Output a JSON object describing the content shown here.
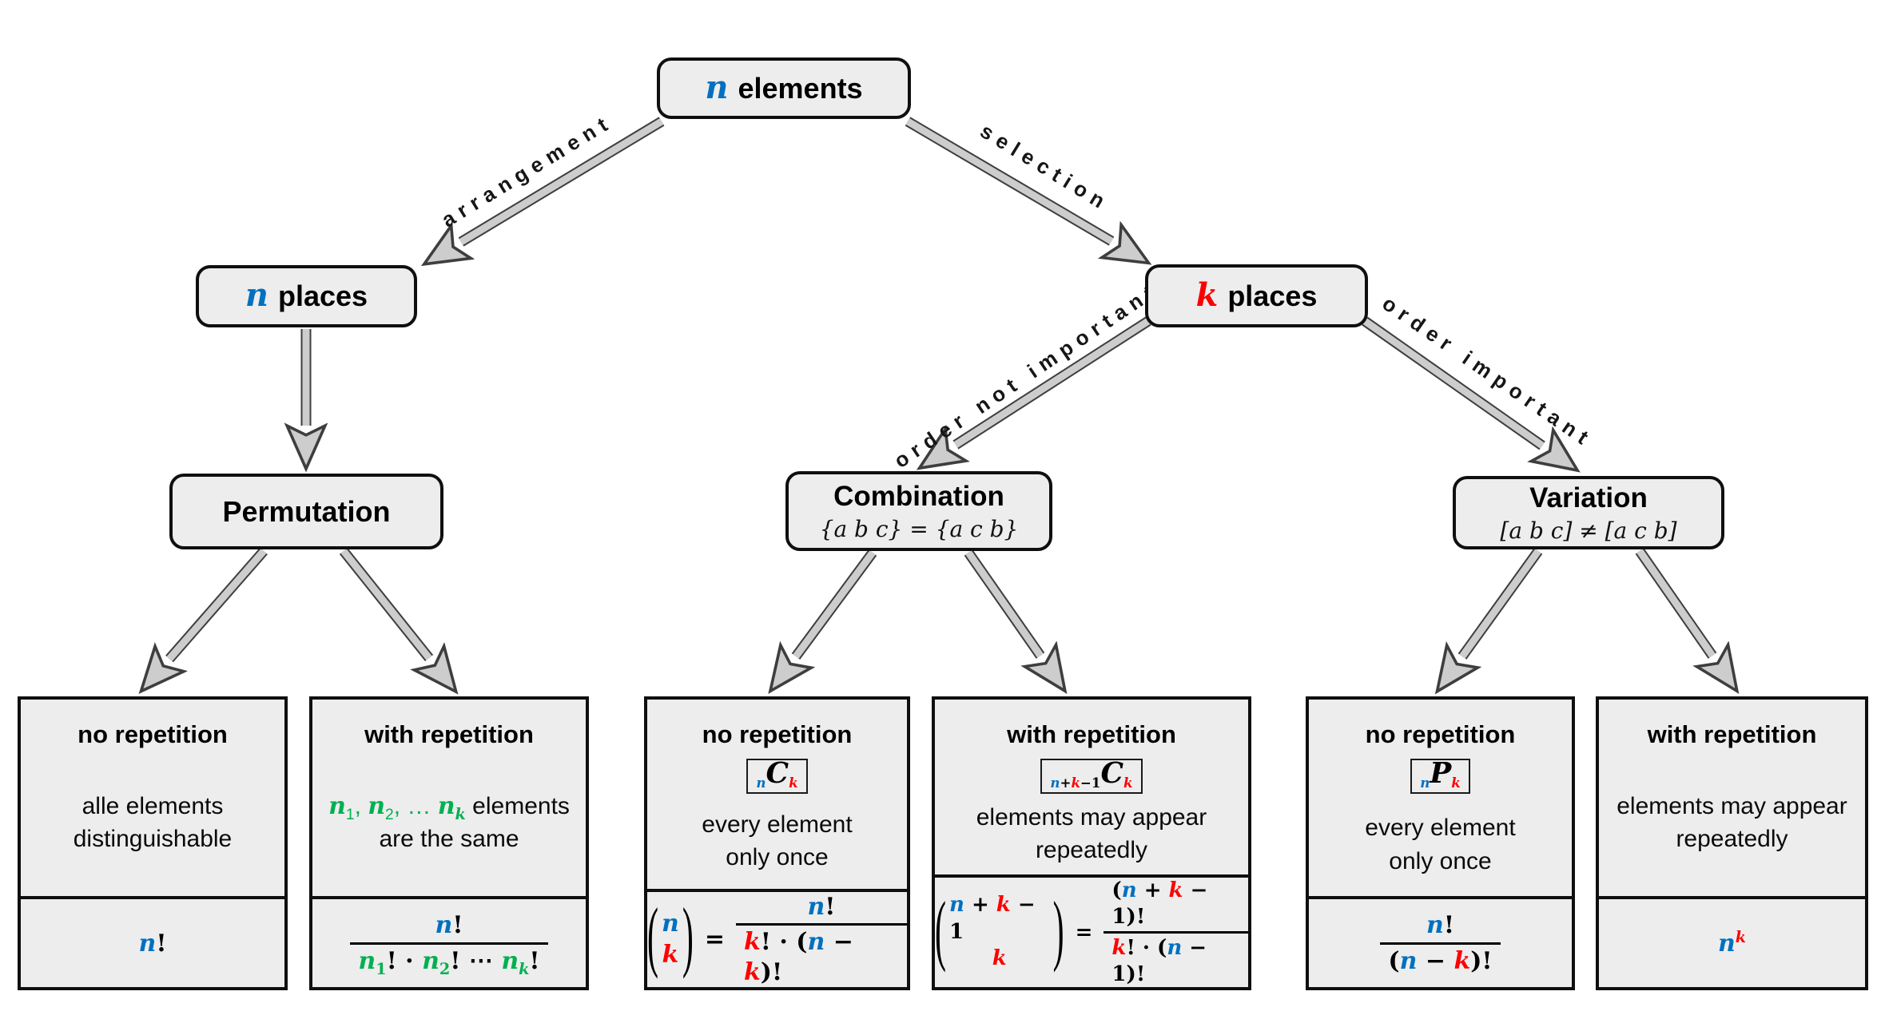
{
  "palette": {
    "blue": "#0070C0",
    "red": "#FF0000",
    "green": "#00B050",
    "box_fill": "#EDEDED",
    "box_border": "#0f0f0f",
    "arrow_fill": "#cdcdcd",
    "arrow_outline": "#3e3e3e"
  },
  "nodes": {
    "elements": {
      "var": "n",
      "rest": "elements"
    },
    "n_places": {
      "var": "n",
      "rest": "places"
    },
    "k_places": {
      "var": "k",
      "rest": "places"
    },
    "permutation": {
      "title": "Permutation"
    },
    "combination": {
      "title": "Combination",
      "subtitle": "{a b c} = {a c b}"
    },
    "variation": {
      "title": "Variation",
      "subtitle": "[a b c] ≠ [a c b]"
    }
  },
  "edge_labels": {
    "arrangement": "arrangement",
    "selection": "selection",
    "order_not_important": "order not important",
    "order_important": "order important"
  },
  "leaves": {
    "perm_no_rep": {
      "header": "no repetition",
      "desc": [
        [
          {
            "t": "alle elements"
          }
        ],
        [
          {
            "t": "distinguishable"
          }
        ]
      ],
      "formula_inline": [
        {
          "t": "n",
          "c": "blue",
          "m": 1
        },
        {
          "t": "!"
        }
      ]
    },
    "perm_with_rep": {
      "header": "with repetition",
      "desc": [
        [
          {
            "t": "n",
            "c": "green",
            "m": 1
          },
          {
            "t": "1",
            "c": "green",
            "p": "sub"
          },
          {
            "t": ", ",
            "c": "green"
          },
          {
            "t": "n",
            "c": "green",
            "m": 1
          },
          {
            "t": "2",
            "c": "green",
            "p": "sub"
          },
          {
            "t": ", … ",
            "c": "green"
          },
          {
            "t": "n",
            "c": "green",
            "m": 1
          },
          {
            "t": "k",
            "c": "green",
            "m": 1,
            "p": "sub"
          },
          {
            "t": " elements"
          }
        ],
        [
          {
            "t": "are the same"
          }
        ]
      ],
      "frac": {
        "num": [
          {
            "t": "n",
            "c": "blue",
            "m": 1
          },
          {
            "t": "!"
          }
        ],
        "den": [
          {
            "t": "n",
            "c": "green",
            "m": 1
          },
          {
            "t": "1",
            "c": "green",
            "p": "sub"
          },
          {
            "t": "! · "
          },
          {
            "t": "n",
            "c": "green",
            "m": 1
          },
          {
            "t": "2",
            "c": "green",
            "p": "sub"
          },
          {
            "t": "! ⋯ "
          },
          {
            "t": "n",
            "c": "green",
            "m": 1
          },
          {
            "t": "k",
            "c": "green",
            "m": 1,
            "p": "sub"
          },
          {
            "t": "!"
          }
        ]
      }
    },
    "comb_no_rep": {
      "header": "no repetition",
      "symbol": [
        {
          "t": "n",
          "c": "blue",
          "m": 1,
          "p": "sub"
        },
        {
          "t": "C",
          "m": 1,
          "big": 1
        },
        {
          "t": "k",
          "c": "red",
          "m": 1,
          "p": "sub"
        }
      ],
      "desc": [
        [
          {
            "t": "every element"
          }
        ],
        [
          {
            "t": "only once"
          }
        ]
      ],
      "eq": "=",
      "binom": {
        "top": [
          {
            "t": "n",
            "c": "blue",
            "m": 1
          }
        ],
        "bottom": [
          {
            "t": "k",
            "c": "red",
            "m": 1
          }
        ]
      },
      "frac": {
        "num": [
          {
            "t": "n",
            "c": "blue",
            "m": 1
          },
          {
            "t": "!"
          }
        ],
        "den": [
          {
            "t": "k",
            "c": "red",
            "m": 1
          },
          {
            "t": "! · ("
          },
          {
            "t": "n",
            "c": "blue",
            "m": 1
          },
          {
            "t": " − "
          },
          {
            "t": "k",
            "c": "red",
            "m": 1
          },
          {
            "t": ")!"
          }
        ]
      }
    },
    "comb_with_rep": {
      "header": "with repetition",
      "symbol": [
        {
          "t": "n",
          "c": "blue",
          "m": 1,
          "p": "sub"
        },
        {
          "t": "+",
          "p": "sub"
        },
        {
          "t": "k",
          "c": "red",
          "m": 1,
          "p": "sub"
        },
        {
          "t": "−1",
          "p": "sub"
        },
        {
          "t": "C",
          "m": 1,
          "big": 1
        },
        {
          "t": "k",
          "c": "red",
          "m": 1,
          "p": "sub"
        }
      ],
      "desc": [
        [
          {
            "t": "elements may appear"
          }
        ],
        [
          {
            "t": "repeatedly"
          }
        ]
      ],
      "eq": "=",
      "binom": {
        "top": [
          {
            "t": "n",
            "c": "blue",
            "m": 1
          },
          {
            "t": " + "
          },
          {
            "t": "k",
            "c": "red",
            "m": 1
          },
          {
            "t": " − 1"
          }
        ],
        "bottom": [
          {
            "t": "k",
            "c": "red",
            "m": 1
          }
        ]
      },
      "frac": {
        "num": [
          {
            "t": "("
          },
          {
            "t": "n",
            "c": "blue",
            "m": 1
          },
          {
            "t": " + "
          },
          {
            "t": "k",
            "c": "red",
            "m": 1
          },
          {
            "t": " − 1"
          },
          {
            "t": ")!"
          }
        ],
        "den": [
          {
            "t": "k",
            "c": "red",
            "m": 1
          },
          {
            "t": "! · ("
          },
          {
            "t": "n",
            "c": "blue",
            "m": 1
          },
          {
            "t": " − 1"
          },
          {
            "t": ")!"
          }
        ]
      }
    },
    "var_no_rep": {
      "header": "no repetition",
      "symbol": [
        {
          "t": "n",
          "c": "blue",
          "m": 1,
          "p": "sub"
        },
        {
          "t": "P",
          "m": 1,
          "big": 1
        },
        {
          "t": "k",
          "c": "red",
          "m": 1,
          "p": "sub"
        }
      ],
      "desc": [
        [
          {
            "t": "every element"
          }
        ],
        [
          {
            "t": "only once"
          }
        ]
      ],
      "frac": {
        "num": [
          {
            "t": "n",
            "c": "blue",
            "m": 1
          },
          {
            "t": "!"
          }
        ],
        "den": [
          {
            "t": "("
          },
          {
            "t": "n",
            "c": "blue",
            "m": 1
          },
          {
            "t": " − "
          },
          {
            "t": "k",
            "c": "red",
            "m": 1
          },
          {
            "t": ")!"
          }
        ]
      }
    },
    "var_with_rep": {
      "header": "with repetition",
      "desc": [
        [
          {
            "t": "elements may appear"
          }
        ],
        [
          {
            "t": "repeatedly"
          }
        ]
      ],
      "formula_inline": [
        {
          "t": "n",
          "c": "blue",
          "m": 1
        },
        {
          "t": "k",
          "c": "red",
          "m": 1,
          "p": "sup"
        }
      ]
    }
  }
}
